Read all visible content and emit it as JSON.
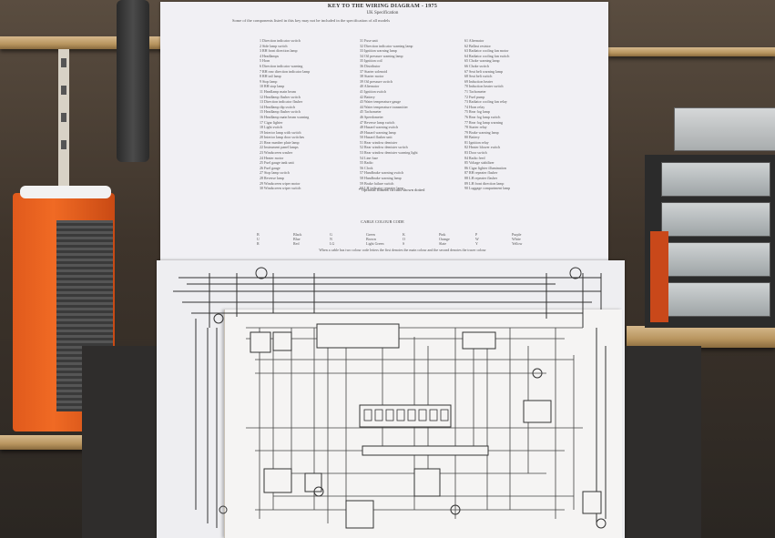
{
  "document": {
    "title": "KEY TO THE WIRING DIAGRAM - 1975",
    "subtitle": "UK Specification",
    "note": "Some of the components listed in this key may not be included in the specification of all models",
    "footnote": "* Optional fitment circuits shown dotted",
    "colour_code_title": "CABLE COLOUR CODE",
    "colour_code": [
      [
        "B",
        "Black",
        "G",
        "Green",
        "K",
        "Pink",
        "P",
        "Purple"
      ],
      [
        "U",
        "Blue",
        "N",
        "Brown",
        "O",
        "Orange",
        "W",
        "White"
      ],
      [
        "R",
        "Red",
        "LG",
        "Light Green",
        "S",
        "Slate",
        "Y",
        "Yellow"
      ]
    ],
    "colour_note": "When a cable has two colour code letters the first denotes the main colour and the second denotes the tracer colour",
    "key_columns": [
      [
        "1 Direction indicator switch",
        "2 Side lamp switch",
        "3 RH front direction lamp",
        "4 Headlamps",
        "5 Horn",
        "6 Direction indicator warning",
        "7 RH rear direction indicator lamp",
        "8 RH tail lamp",
        "9 Stop lamp",
        "10 RH stop lamp",
        "11 Headlamp main beam",
        "12 Headlamp flasher switch",
        "13 Direction indicator flasher",
        "14 Headlamp dip switch",
        "15 Headlamp flasher switch",
        "16 Headlamp main beam warning",
        "17 Cigar lighter",
        "18 Light switch",
        "19 Interior lamp with switch",
        "20 Interior lamp door switches",
        "21 Rear number plate lamp",
        "22 Instrument panel lamps",
        "23 Windscreen washer",
        "24 Heater motor",
        "25 Fuel gauge tank unit",
        "26 Fuel gauge",
        "27 Stop lamp switch",
        "28 Reverse lamp",
        "29 Windscreen wiper motor",
        "30 Windscreen wiper switch"
      ],
      [
        "31 Fuse unit",
        "32 Direction indicator warning lamp",
        "33 Ignition warning lamp",
        "34 Oil pressure warning lamp",
        "35 Ignition coil",
        "36 Distributor",
        "37 Starter solenoid",
        "38 Starter motor",
        "39 Oil pressure switch",
        "40 Alternator",
        "41 Ignition switch",
        "42 Battery",
        "43 Water temperature gauge",
        "44 Water temperature transmitter",
        "45 Tachometer",
        "46 Speedometer",
        "47 Reverse lamp switch",
        "48 Hazard warning switch",
        "49 Hazard warning lamp",
        "50 Hazard flasher unit",
        "51 Rear window demister",
        "52 Rear window demister switch",
        "53 Rear window demister warning light",
        "54 Line fuse",
        "55 Radio",
        "56 Clock",
        "57 Handbrake warning switch",
        "58 Handbrake warning lamp",
        "59 Brake failure switch",
        "60 LH indicator repeater lamp"
      ],
      [
        "61 Alternator",
        "62 Ballast resistor",
        "63 Radiator cooling fan motor",
        "64 Radiator cooling fan switch",
        "65 Choke warning lamp",
        "66 Choke switch",
        "67 Seat belt warning lamp",
        "68 Seat belt switch",
        "69 Induction heater",
        "70 Induction heater switch",
        "71 Tachometer",
        "72 Fuel pump",
        "73 Radiator cooling fan relay",
        "74 Horn relay",
        "75 Rear fog lamp",
        "76 Rear fog lamp switch",
        "77 Rear fog lamp warning",
        "78 Starter relay",
        "79 Brake warning lamp",
        "80 Battery",
        "81 Ignition relay",
        "82 Heater blower switch",
        "83 Door switch",
        "84 Radio feed",
        "85 Voltage stabilizer",
        "86 Cigar lighter illumination",
        "87 RH repeater flasher",
        "88 LH repeater flasher",
        "89 LH front direction lamp",
        "90 Luggage compartment lamp"
      ]
    ]
  }
}
